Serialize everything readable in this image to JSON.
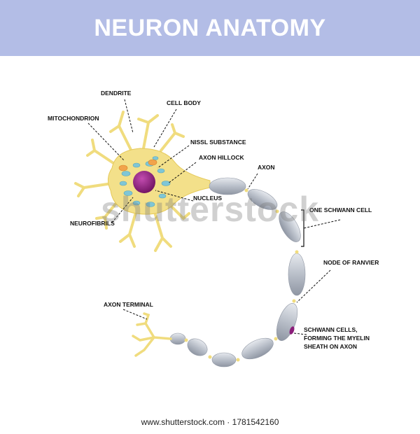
{
  "title": "NEURON ANATOMY",
  "labels": {
    "dendrite": "DENDRITE",
    "cell_body": "CELL BODY",
    "mitochondrion": "MITOCHONDRION",
    "nissl": "NISSL SUBSTANCE",
    "axon_hillock": "AXON HILLOCK",
    "axon": "AXON",
    "nucleus": "NUCLEUS",
    "neurofibrils": "NEUROFIBRILS",
    "one_schwann_cell": "ONE SCHWANN CELL",
    "node_of_ranvier": "NODE OF RANVIER",
    "axon_terminal": "AXON TERMINAL",
    "schwann_cells_line1": "SCHWANN CELLS,",
    "schwann_cells_line2": "FORMING THE MYELIN",
    "schwann_cells_line3": "SHEATH ON AXON"
  },
  "watermark": "shutterstock",
  "footer": "www.shutterstock.com · 1781542160",
  "colors": {
    "banner": "#b3bde6",
    "cell_body": "#f3e08a",
    "nucleus": "#8b1e7a",
    "myelin": "#b9bfc9",
    "organelle": "#7fc6d6",
    "mitochondrion": "#f1a34b"
  }
}
